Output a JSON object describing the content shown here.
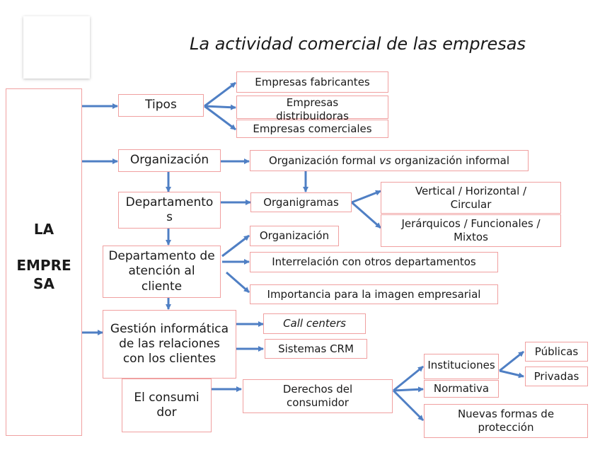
{
  "title": "La actividad comercial de las empresas",
  "empresa": {
    "line1": "LA",
    "line2": "EMPRE",
    "line3": "SA"
  },
  "tipos": {
    "label": "Tipos",
    "items": [
      "Empresas fabricantes",
      "Empresas distribuidoras",
      "Empresas comerciales"
    ]
  },
  "organizacion": {
    "label": "Organización",
    "formal_pre": "Organización formal ",
    "formal_vs": "vs",
    "formal_post": " organización informal"
  },
  "departamentos": {
    "label": "Departamentos",
    "organigramas": "Organigramas",
    "types": [
      "Vertical / Horizontal / Circular",
      "Jerárquicos / Funcionales / Mixtos"
    ]
  },
  "atencion": {
    "label": "Departamento de atención al cliente",
    "items": [
      "Organización",
      "Interrelación con otros departamentos",
      "Importancia para la imagen empresarial"
    ]
  },
  "gestion": {
    "label": "Gestión informática de las relaciones con los clientes",
    "items": [
      "Call centers",
      "Sistemas CRM"
    ]
  },
  "consumidor": {
    "label": "El consumidor",
    "derechos": "Derechos del consumidor",
    "instituciones": "Instituciones",
    "normativa": "Normativa",
    "nuevas": "Nuevas formas de protección",
    "publicas": "Públicas",
    "privadas": "Privadas"
  },
  "colors": {
    "box_border": "#f0a0a0",
    "arrow": "#4f7fc4"
  }
}
